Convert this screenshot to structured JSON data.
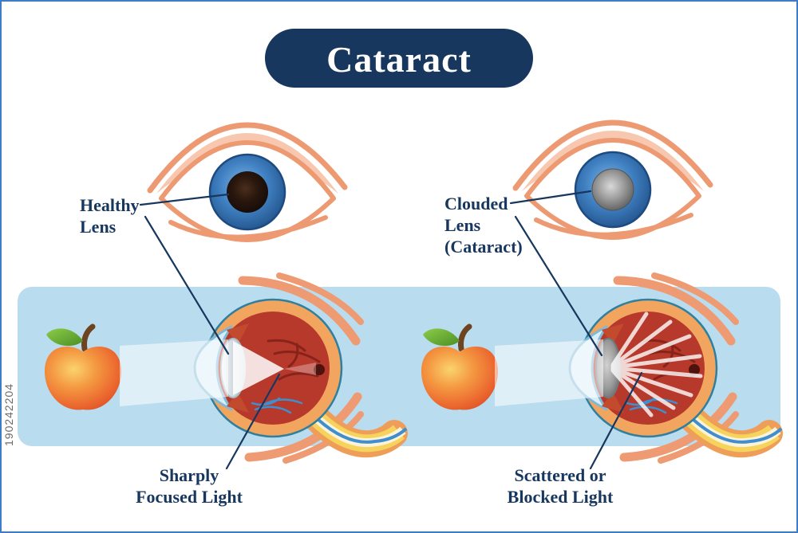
{
  "title": "Cataract",
  "watermark": "190242204",
  "labels": {
    "healthy_lens": {
      "line1": "Healthy",
      "line2": "Lens"
    },
    "clouded_lens": {
      "line1": "Clouded",
      "line2": "Lens",
      "line3": "(Cataract)"
    },
    "sharply_focused": {
      "line1": "Sharply",
      "line2": "Focused Light"
    },
    "scattered_blocked": {
      "line1": "Scattered or",
      "line2": "Blocked Light"
    }
  },
  "colors": {
    "navy": "#17375e",
    "band_blue": "#b9dcef",
    "salmon": "#ed9a72",
    "iris_blue": "#3f7fc0",
    "eye_red": "#b7392b",
    "apple_orange": "#ee7a36",
    "leaf_green": "#62a82e",
    "nerve_yellow": "#f6d35c",
    "beam_white": "#ffffff",
    "border_blue": "#3d7dc8",
    "watermark_gray": "#6a6a6a"
  }
}
